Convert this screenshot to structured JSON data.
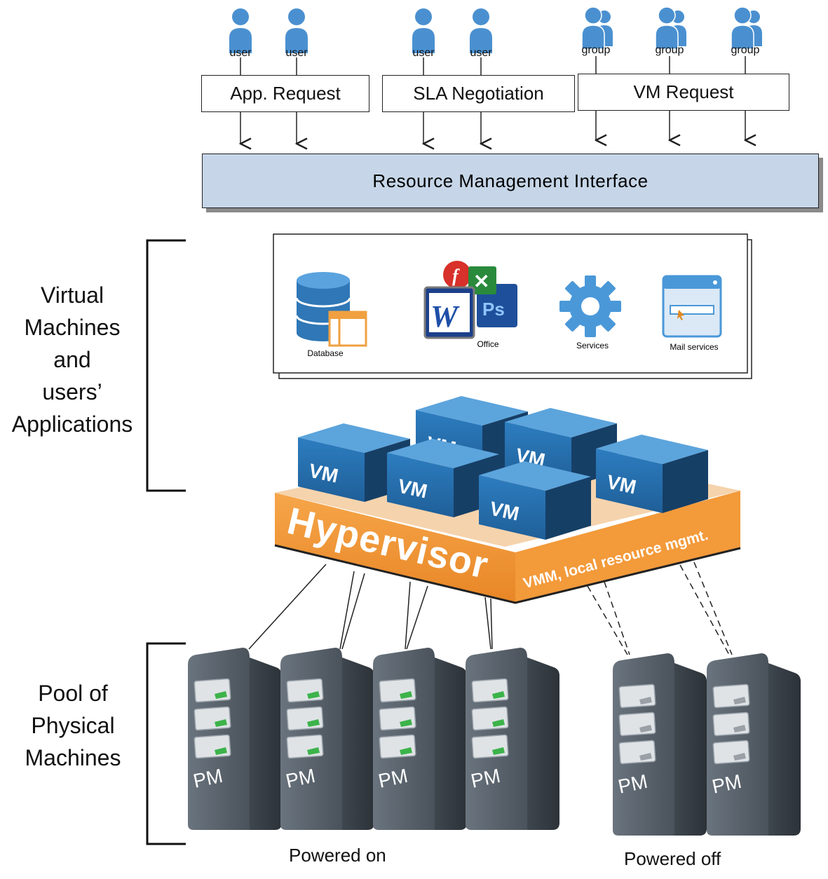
{
  "actors": [
    {
      "type": "user",
      "label": "user"
    },
    {
      "type": "user",
      "label": "user"
    },
    {
      "type": "user",
      "label": "user"
    },
    {
      "type": "user",
      "label": "user"
    },
    {
      "type": "group",
      "label": "group"
    },
    {
      "type": "group",
      "label": "group"
    },
    {
      "type": "group",
      "label": "group"
    }
  ],
  "requests": {
    "app": "App. Request",
    "sla": "SLA Negotiation",
    "vm": "VM Request"
  },
  "interface": "Resource Management Interface",
  "side_labels": {
    "vm_apps": [
      "Virtual",
      "Machines",
      "and",
      "users’",
      "Applications"
    ],
    "pm_pool": [
      "Pool of",
      "Physical",
      "Machines"
    ]
  },
  "applications": [
    {
      "label": "Database",
      "icon": "database-icon"
    },
    {
      "label": "Office",
      "icon": "office-icon"
    },
    {
      "label": "Services",
      "icon": "gear-icon"
    },
    {
      "label": "Mail services",
      "icon": "mail-window-icon"
    }
  ],
  "vm_label": "VM",
  "hypervisor": {
    "title": "Hypervisor",
    "subtitle": "VMM, local resource mgmt.",
    "color": "#f0912d"
  },
  "pm_label": "PM",
  "status": {
    "on": "Powered on",
    "off": "Powered off"
  },
  "colors": {
    "person": "#4a90d0",
    "vm_face": "#2f78b8",
    "pm_body": "#5a6470",
    "led_on": "#3cb34a",
    "led_off": "#9aa0a6"
  }
}
